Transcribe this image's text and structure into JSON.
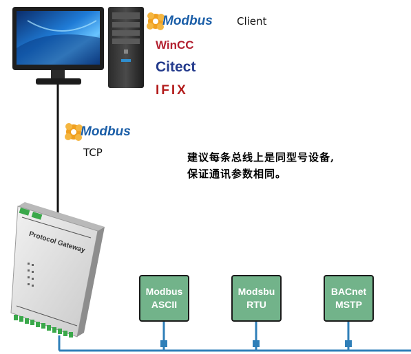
{
  "client": {
    "modbus_logo": "Modbus",
    "label": "Client",
    "scada": [
      "WinCC",
      "Citect",
      "IFIX"
    ]
  },
  "link": {
    "modbus_logo": "Modbus",
    "label": "TCP"
  },
  "gateway": {
    "label": "Protocol Gateway"
  },
  "note": {
    "line1": "建议每条总线上是同型号设备,",
    "line2": "保证通讯参数相同。"
  },
  "devices": [
    {
      "line1": "Modbus",
      "line2": "ASCII"
    },
    {
      "line1": "Modsbu",
      "line2": "RTU"
    },
    {
      "line1": "BACnet",
      "line2": "MSTP"
    }
  ],
  "colors": {
    "bus": "#2f7fb8",
    "device_fill": "#72b38a",
    "modbus_blue": "#1c5fa8",
    "modbus_gear": "#f0a020",
    "wincc_red": "#b32030",
    "citect": "#233a8c",
    "ifix_red": "#b31c1c"
  }
}
